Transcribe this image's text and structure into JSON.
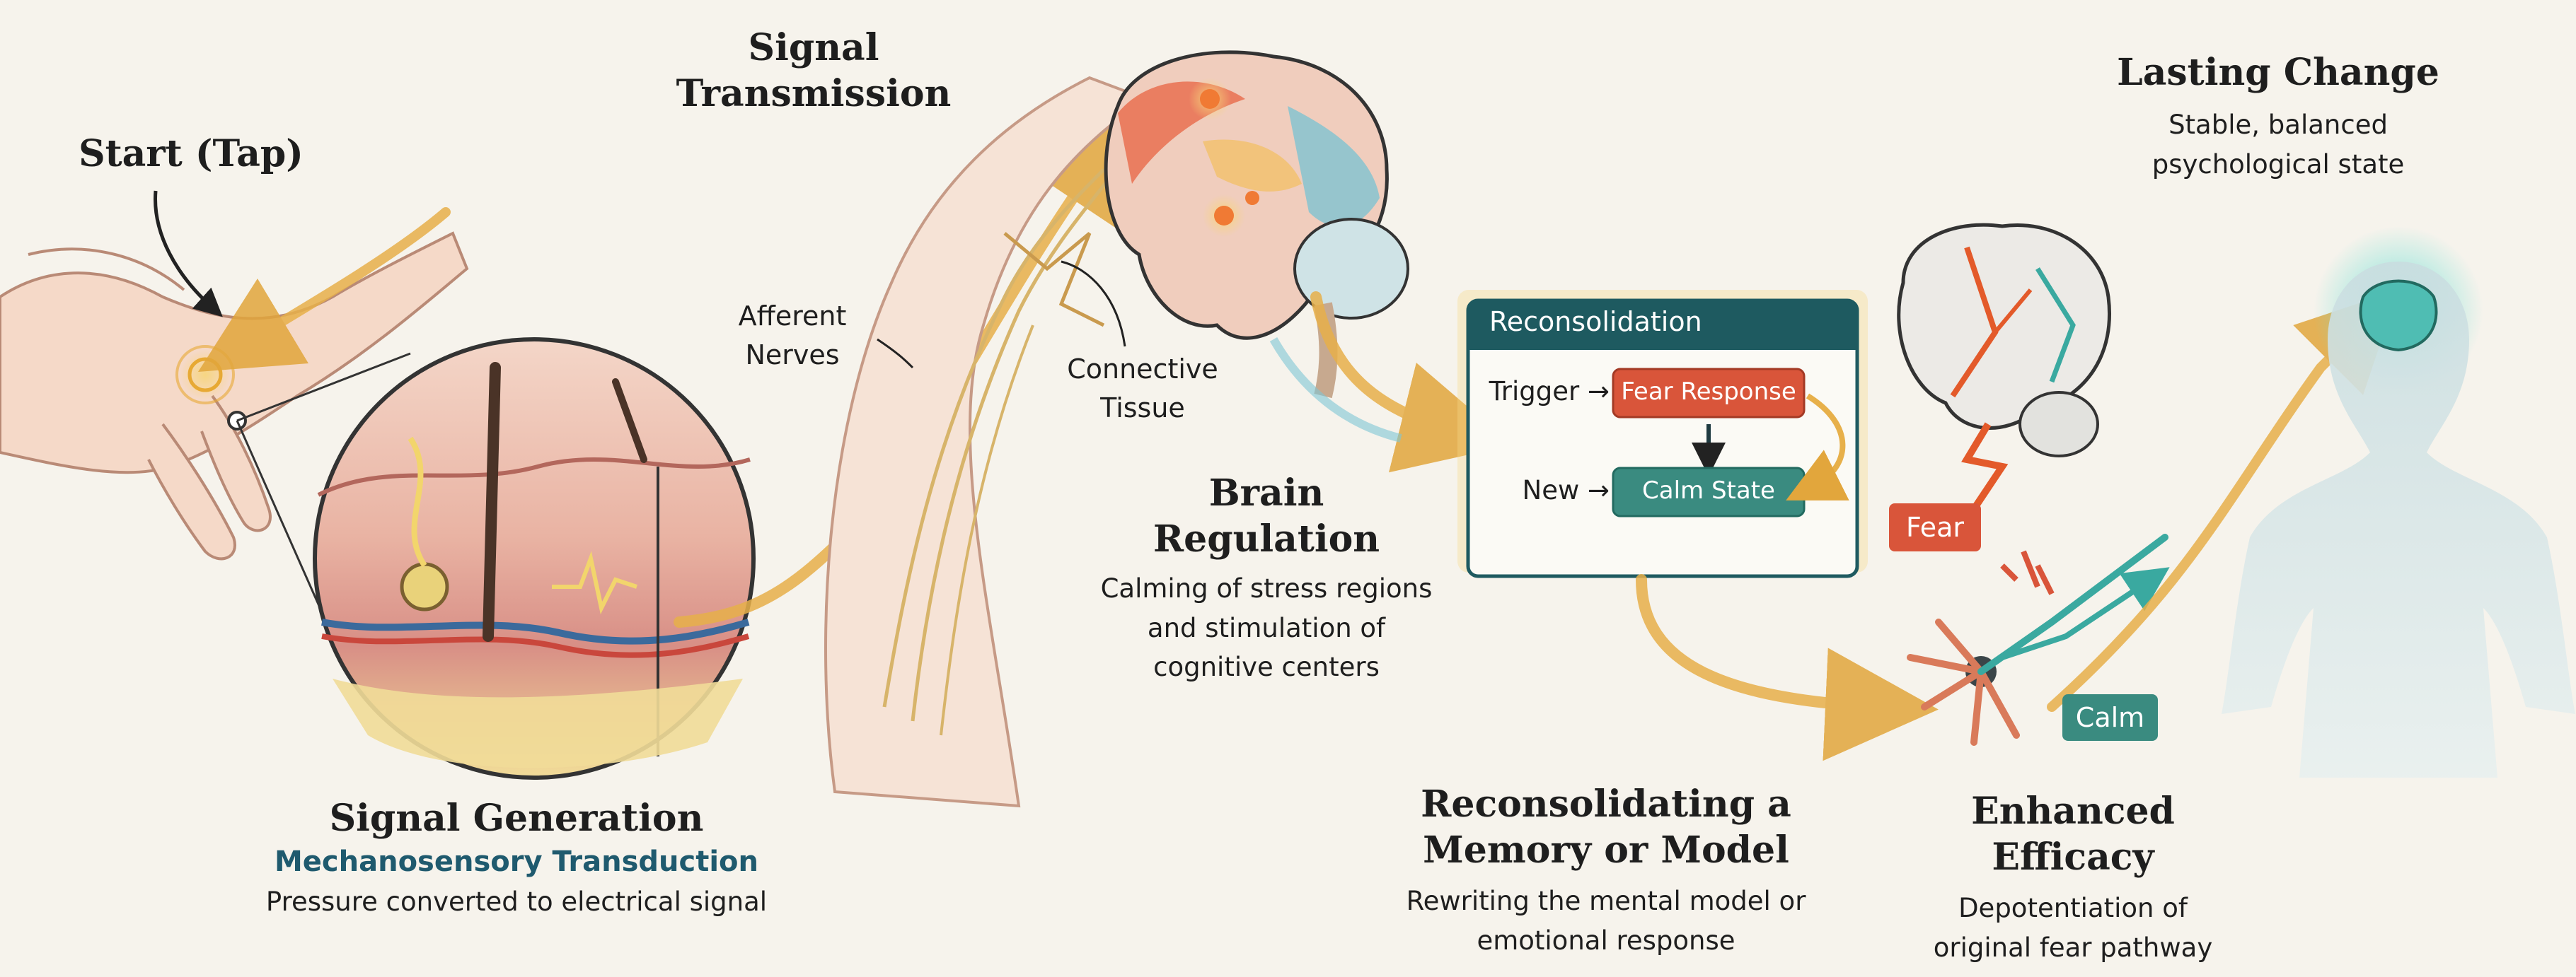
{
  "steps": {
    "start": {
      "title": "Start (Tap)"
    },
    "signal_generation": {
      "title": "Signal Generation",
      "subtitle": "Mechanosensory Transduction",
      "description": "Pressure converted to electrical signal"
    },
    "signal_transmission": {
      "title_line1": "Signal",
      "title_line2": "Transmission"
    },
    "brain_regulation": {
      "title_line1": "Brain",
      "title_line2": "Regulation",
      "desc_line1": "Calming of stress regions",
      "desc_line2": "and stimulation of",
      "desc_line3": "cognitive centers"
    },
    "reconsolidating": {
      "title_line1": "Reconsolidating a",
      "title_line2": "Memory or Model",
      "desc_line1": "Rewriting the mental model or",
      "desc_line2": "emotional response"
    },
    "enhanced_efficacy": {
      "title_line1": "Enhanced",
      "title_line2": "Efficacy",
      "desc_line1": "Depotentiation of",
      "desc_line2": "original fear pathway"
    },
    "lasting_change": {
      "title": "Lasting Change",
      "desc_line1": "Stable, balanced",
      "desc_line2": "psychological state"
    }
  },
  "annotations": {
    "afferent_line1": "Afferent",
    "afferent_line2": "Nerves",
    "connective_line1": "Connective",
    "connective_line2": "Tissue"
  },
  "reconsolidation_box": {
    "header": "Reconsolidation",
    "trigger_label": "Trigger →",
    "fear_response": "Fear Response",
    "new_label": "New →",
    "calm_state": "Calm State"
  },
  "efficacy_tags": {
    "fear": "Fear",
    "calm": "Calm"
  },
  "colors": {
    "teal": "#2f7f76",
    "fear": "#d9553a",
    "box_header": "#1e5a60",
    "glow": "#e6b34a",
    "background": "#f6f3ec"
  }
}
